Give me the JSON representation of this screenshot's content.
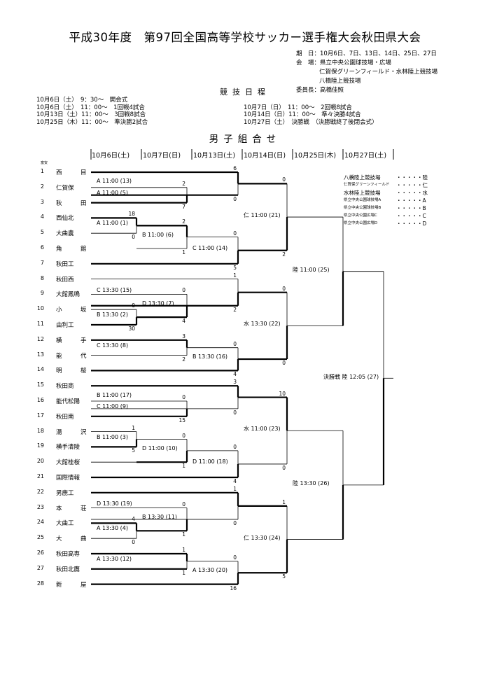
{
  "title": "平成30年度　第97回全国高等学校サッカー選手権大会秋田県大会",
  "info": {
    "period": "期　日：10月6日、7日、13日、14日、25日、27日",
    "venue1": "会　場：県立中央公園球技場・広場",
    "venue2": "仁賀保グリーンフィールド・水林陸上競技場",
    "venue3": "八橋陸上競技場",
    "chair": "委員長：高橋佳照"
  },
  "schedule": {
    "title": "競技日程",
    "left": [
      "10月6日（土）　9：30～　開会式",
      "10月6日（土）　11：00～　1回戦4試合",
      "10月13日（土）11：00～　3回戦8試合",
      "10月25日（木）11：00～　準決勝2試合"
    ],
    "right": [
      "10月7日（日）　11：00～　2回戦8試合",
      "10月14日（日）11：00～　準々決勝4試合",
      "10月27日（土）　決勝戦　（決勝戦終了後閉会式）"
    ]
  },
  "bracket_title": "男子組合せ",
  "days": [
    "10月6日(土)",
    "10月7日(日)",
    "10月13日(土)",
    "10月14日(日)",
    "10月25日(木)",
    "10月27日(土)"
  ],
  "seed_label": "富安",
  "teams": [
    "西　目",
    "仁賀保",
    "秋　田",
    "西仙北",
    "大曲農",
    "角　館",
    "秋田工",
    "秋田西",
    "大館鳳鳴",
    "小　坂",
    "由利工",
    "横　手",
    "能　代",
    "明　桜",
    "秋田商",
    "能代松陽",
    "秋田南",
    "湯　沢",
    "横手清陵",
    "大館桂桜",
    "国際情報",
    "男鹿工",
    "本　荘",
    "大曲工",
    "大　曲",
    "秋田高専",
    "秋田北鷹",
    "新　屋"
  ],
  "matches": [
    {
      "label": "A 11:00 (1)"
    },
    {
      "label": "B 13:30 (2)"
    },
    {
      "label": "B 11:00 (3)"
    },
    {
      "label": "A 13:30 (4)"
    },
    {
      "label": "A 11:00 (5)"
    },
    {
      "label": "B 11:00 (6)"
    },
    {
      "label": "D 13:30 (7)"
    },
    {
      "label": "C 13:30 (8)"
    },
    {
      "label": "C 11:00 (9)"
    },
    {
      "label": "D 11:00 (10)"
    },
    {
      "label": "B 13:30 (11)"
    },
    {
      "label": "A 13:30 (12)"
    },
    {
      "label": "A 11:00 (13)"
    },
    {
      "label": "C 11:00 (14)"
    },
    {
      "label": "C 13:30 (15)"
    },
    {
      "label": "B 13:30 (16)"
    },
    {
      "label": "B 11:00 (17)"
    },
    {
      "label": "D 11:00 (18)"
    },
    {
      "label": "D 13:30 (19)"
    },
    {
      "label": "A 13:30 (20)"
    },
    {
      "label": "仁 11:00 (21)"
    },
    {
      "label": "水 13:30 (22)"
    },
    {
      "label": "水 11:00 (23)"
    },
    {
      "label": "仁 13:30 (24)"
    },
    {
      "label": "陸 11:00 (25)"
    },
    {
      "label": "陸 13:30 (26)"
    },
    {
      "label": "決勝戦 陸 12:05 (27)"
    }
  ],
  "scores": {
    "m1": [
      "18",
      "0"
    ],
    "m2": [
      "0",
      "30"
    ],
    "m3": [
      "1",
      "5"
    ],
    "m4": [
      "4",
      "0"
    ],
    "m5": [
      "2",
      "7"
    ],
    "m6": [
      "2",
      "1"
    ],
    "m7": [
      "0",
      "4"
    ],
    "m8": [
      "3",
      "2"
    ],
    "m9": [
      "0",
      "15"
    ],
    "m10": [
      "0",
      "1"
    ],
    "m11": [
      "0",
      "1"
    ],
    "m12": [
      "1",
      "1"
    ],
    "m13": [
      "6",
      "0"
    ],
    "m14": [
      "0",
      "5"
    ],
    "m15": [
      "1",
      "2"
    ],
    "m16": [
      "0",
      "4"
    ],
    "m17": [
      "3",
      "0"
    ],
    "m18": [
      "0",
      "4"
    ],
    "m19": [
      "1",
      "0"
    ],
    "m20": [
      "0",
      "16"
    ],
    "m21": [
      "0",
      "2"
    ],
    "m22": [
      "0",
      "0"
    ],
    "m23": [
      "10",
      "0"
    ],
    "m24": [
      "1",
      "5"
    ]
  },
  "legend": [
    {
      "name": "八橋陸上競技場",
      "code": "・・・・・陸"
    },
    {
      "name": "仁賀保グリーンフィールド",
      "code": "・・・・・仁"
    },
    {
      "name": "水林陸上競技場",
      "code": "・・・・・水"
    },
    {
      "name": "県立中央公園球技場A",
      "code": "・・・・・A"
    },
    {
      "name": "県立中央公園球技場B",
      "code": "・・・・・B"
    },
    {
      "name": "県立中央公園広場C",
      "code": "・・・・・C"
    },
    {
      "name": "県立中央公園広場D",
      "code": "・・・・・D"
    }
  ]
}
